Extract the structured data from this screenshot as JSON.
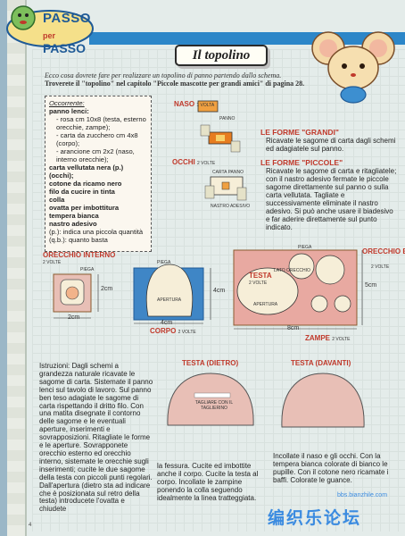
{
  "header": {
    "logo_line1": "PASSO",
    "logo_per": "per",
    "logo_line2": "PASSO",
    "title": "Il topolino"
  },
  "intro": {
    "line1": "Ecco cosa dovrete fare per realizzare un topolino di panno partendo dallo schema.",
    "line2": "Troverete il \"topolino\" nel capitolo \"Piccole mascotte per grandi amici\" di pagina 28."
  },
  "materials": {
    "heading": "Occorrente:",
    "items": [
      {
        "text": "panno lenci:",
        "bold": true,
        "indent": false
      },
      {
        "text": "- rosa cm 10x8 (testa, esterno orecchie, zampe);",
        "bold": false,
        "indent": true
      },
      {
        "text": "- carta da zucchero cm 4x8 (corpo);",
        "bold": false,
        "indent": true
      },
      {
        "text": "- arancione cm 2x2 (naso, interno orecchie);",
        "bold": false,
        "indent": true
      },
      {
        "text": "carta vellutata nera (p.) (occhi);",
        "bold": true,
        "indent": false
      },
      {
        "text": "cotone da ricamo nero",
        "bold": true,
        "indent": false
      },
      {
        "text": "filo da cucire in tinta",
        "bold": true,
        "indent": false
      },
      {
        "text": "colla",
        "bold": true,
        "indent": false
      },
      {
        "text": "ovatta per imbottitura",
        "bold": true,
        "indent": false
      },
      {
        "text": "tempera bianca",
        "bold": true,
        "indent": false
      },
      {
        "text": "nastro adesivo",
        "bold": true,
        "indent": false
      },
      {
        "text": "(p.): indica una piccola quantità",
        "bold": false,
        "indent": false
      },
      {
        "text": "(q.b.): quanto basta",
        "bold": false,
        "indent": false
      }
    ]
  },
  "diagram": {
    "naso": "NASO",
    "naso_count": "1 VOLTA",
    "panno": "PANNO",
    "occhi": "OCCHI",
    "occhi_count": "2 VOLTE",
    "carta_panno": "CARTA PANNO",
    "nastro": "NASTRO ADESIVO",
    "orecchio_interno": "ORECCHIO INTERNO",
    "oi_count": "2 VOLTE",
    "piega": "PIEGA",
    "oi_h": "2cm",
    "oi_w": "2cm",
    "apertura": "APERTURA",
    "corpo": "CORPO",
    "corpo_count": "2 VOLTE",
    "corpo_h": "4cm",
    "corpo_w": "4cm",
    "testa": "TESTA",
    "testa_count": "2 VOLTE",
    "lato_orecchio": "LATO ORECCHIO",
    "orecchio_esterno": "ORECCHIO ESTERNO",
    "oe_count": "2 VOLTE",
    "testa_h": "5cm",
    "testa_w": "8cm",
    "zampe": "ZAMPE",
    "zampe_count": "2 VOLTE",
    "testa_dietro": "TESTA (DIETRO)",
    "testa_davanti": "TESTA (DAVANTI)",
    "tagliare": "TAGLIARE CON IL TAGLIERINO"
  },
  "right_text": {
    "grandi_head": "LE FORME \"GRANDI\"",
    "grandi_body": "Ricavate le sagome di carta dagli schemi ed adagiatele sul panno.",
    "piccole_head": "LE FORME \"PICCOLE\"",
    "piccole_body": "Ricavate le sagome di carta e ritagliatele; con il nastro adesivo fermate le piccole sagome direttamente sul panno o sulla carta vellutata. Tagliate e successivamente eliminate il nastro adesivo. Si può anche usare il biadesivo e far aderire direttamente sul punto indicato."
  },
  "instructions": {
    "col1": "Istruzioni: Dagli schemi a grandezza naturale ricavate le sagome di carta. Sistemate il panno lenci sul tavolo di lavoro. Sul panno ben teso adagiate le sagome di carta rispettando il dritto filo. Con una matita disegnate il contorno delle sagome e le eventuali aperture, inserimenti e sovrapposizioni. Ritagliate le forme e le aperture. Sovrapponete orecchio esterno ed orecchio interno, sistemate le orecchie sugli inserimenti; cucite le due sagome della testa con piccoli punti regolari. Dall'apertura (dietro sta ad indicare che è posizionata sul retro della testa) introducete l'ovatta e chiudete",
    "col2": "la fessura. Cucite ed imbottite anche il corpo. Cucite la testa al corpo. Incollate le zampine ponendo la colla seguendo idealmente la linea tratteggiata.",
    "col3": "Incollate il naso e gli occhi. Con la tempera bianca colorate di bianco le pupille. Con il cotone nero ricamate i baffi. Colorate le guance."
  },
  "watermark": {
    "text": "编织乐论坛",
    "url": "bbs.bianzhile.com"
  },
  "page_number": "4",
  "colors": {
    "pink": "#e8bfb6",
    "blue": "#3f86c6",
    "orange": "#e77c1f",
    "red": "#c0392b",
    "brown_border": "#8a5a2e"
  }
}
